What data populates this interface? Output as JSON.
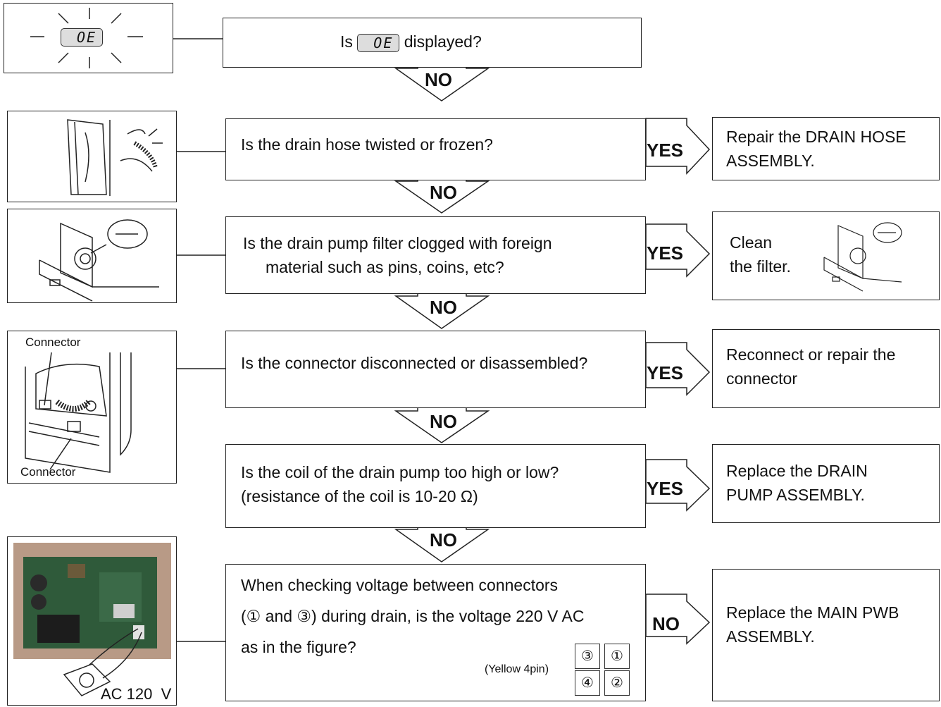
{
  "display_code": "OE",
  "step0": {
    "before": "Is",
    "after": "displayed?"
  },
  "arrows": {
    "no": "NO",
    "yes": "YES"
  },
  "q1": "Is the drain hose twisted or frozen?",
  "a1": "Repair the DRAIN HOSE\nASSEMBLY.",
  "q2": "Is the drain pump filter clogged with foreign\n     material such as pins, coins, etc?",
  "a2": "Clean\nthe filter.",
  "q3": "Is the connector disconnected or disassembled?",
  "a3": "Reconnect or repair the\nconnector",
  "q4": "Is the coil of the drain pump too high or low?\n(resistance of the coil is 10-20 Ω)",
  "a4": "Replace the DRAIN\nPUMP ASSEMBLY.",
  "q5": {
    "line1": "When checking voltage between connectors",
    "line2": "(① and ③) during drain, is the voltage 220 V AC",
    "line3": "as in the figure?",
    "pin_label": "(Yellow 4pin)",
    "pins": [
      "③",
      "①",
      "④",
      "②"
    ]
  },
  "a5": "Replace the MAIN PWB\nASSEMBLY.",
  "img_labels": {
    "connector_top": "Connector",
    "connector_bottom": "Connector",
    "ac": "AC 120  V"
  }
}
